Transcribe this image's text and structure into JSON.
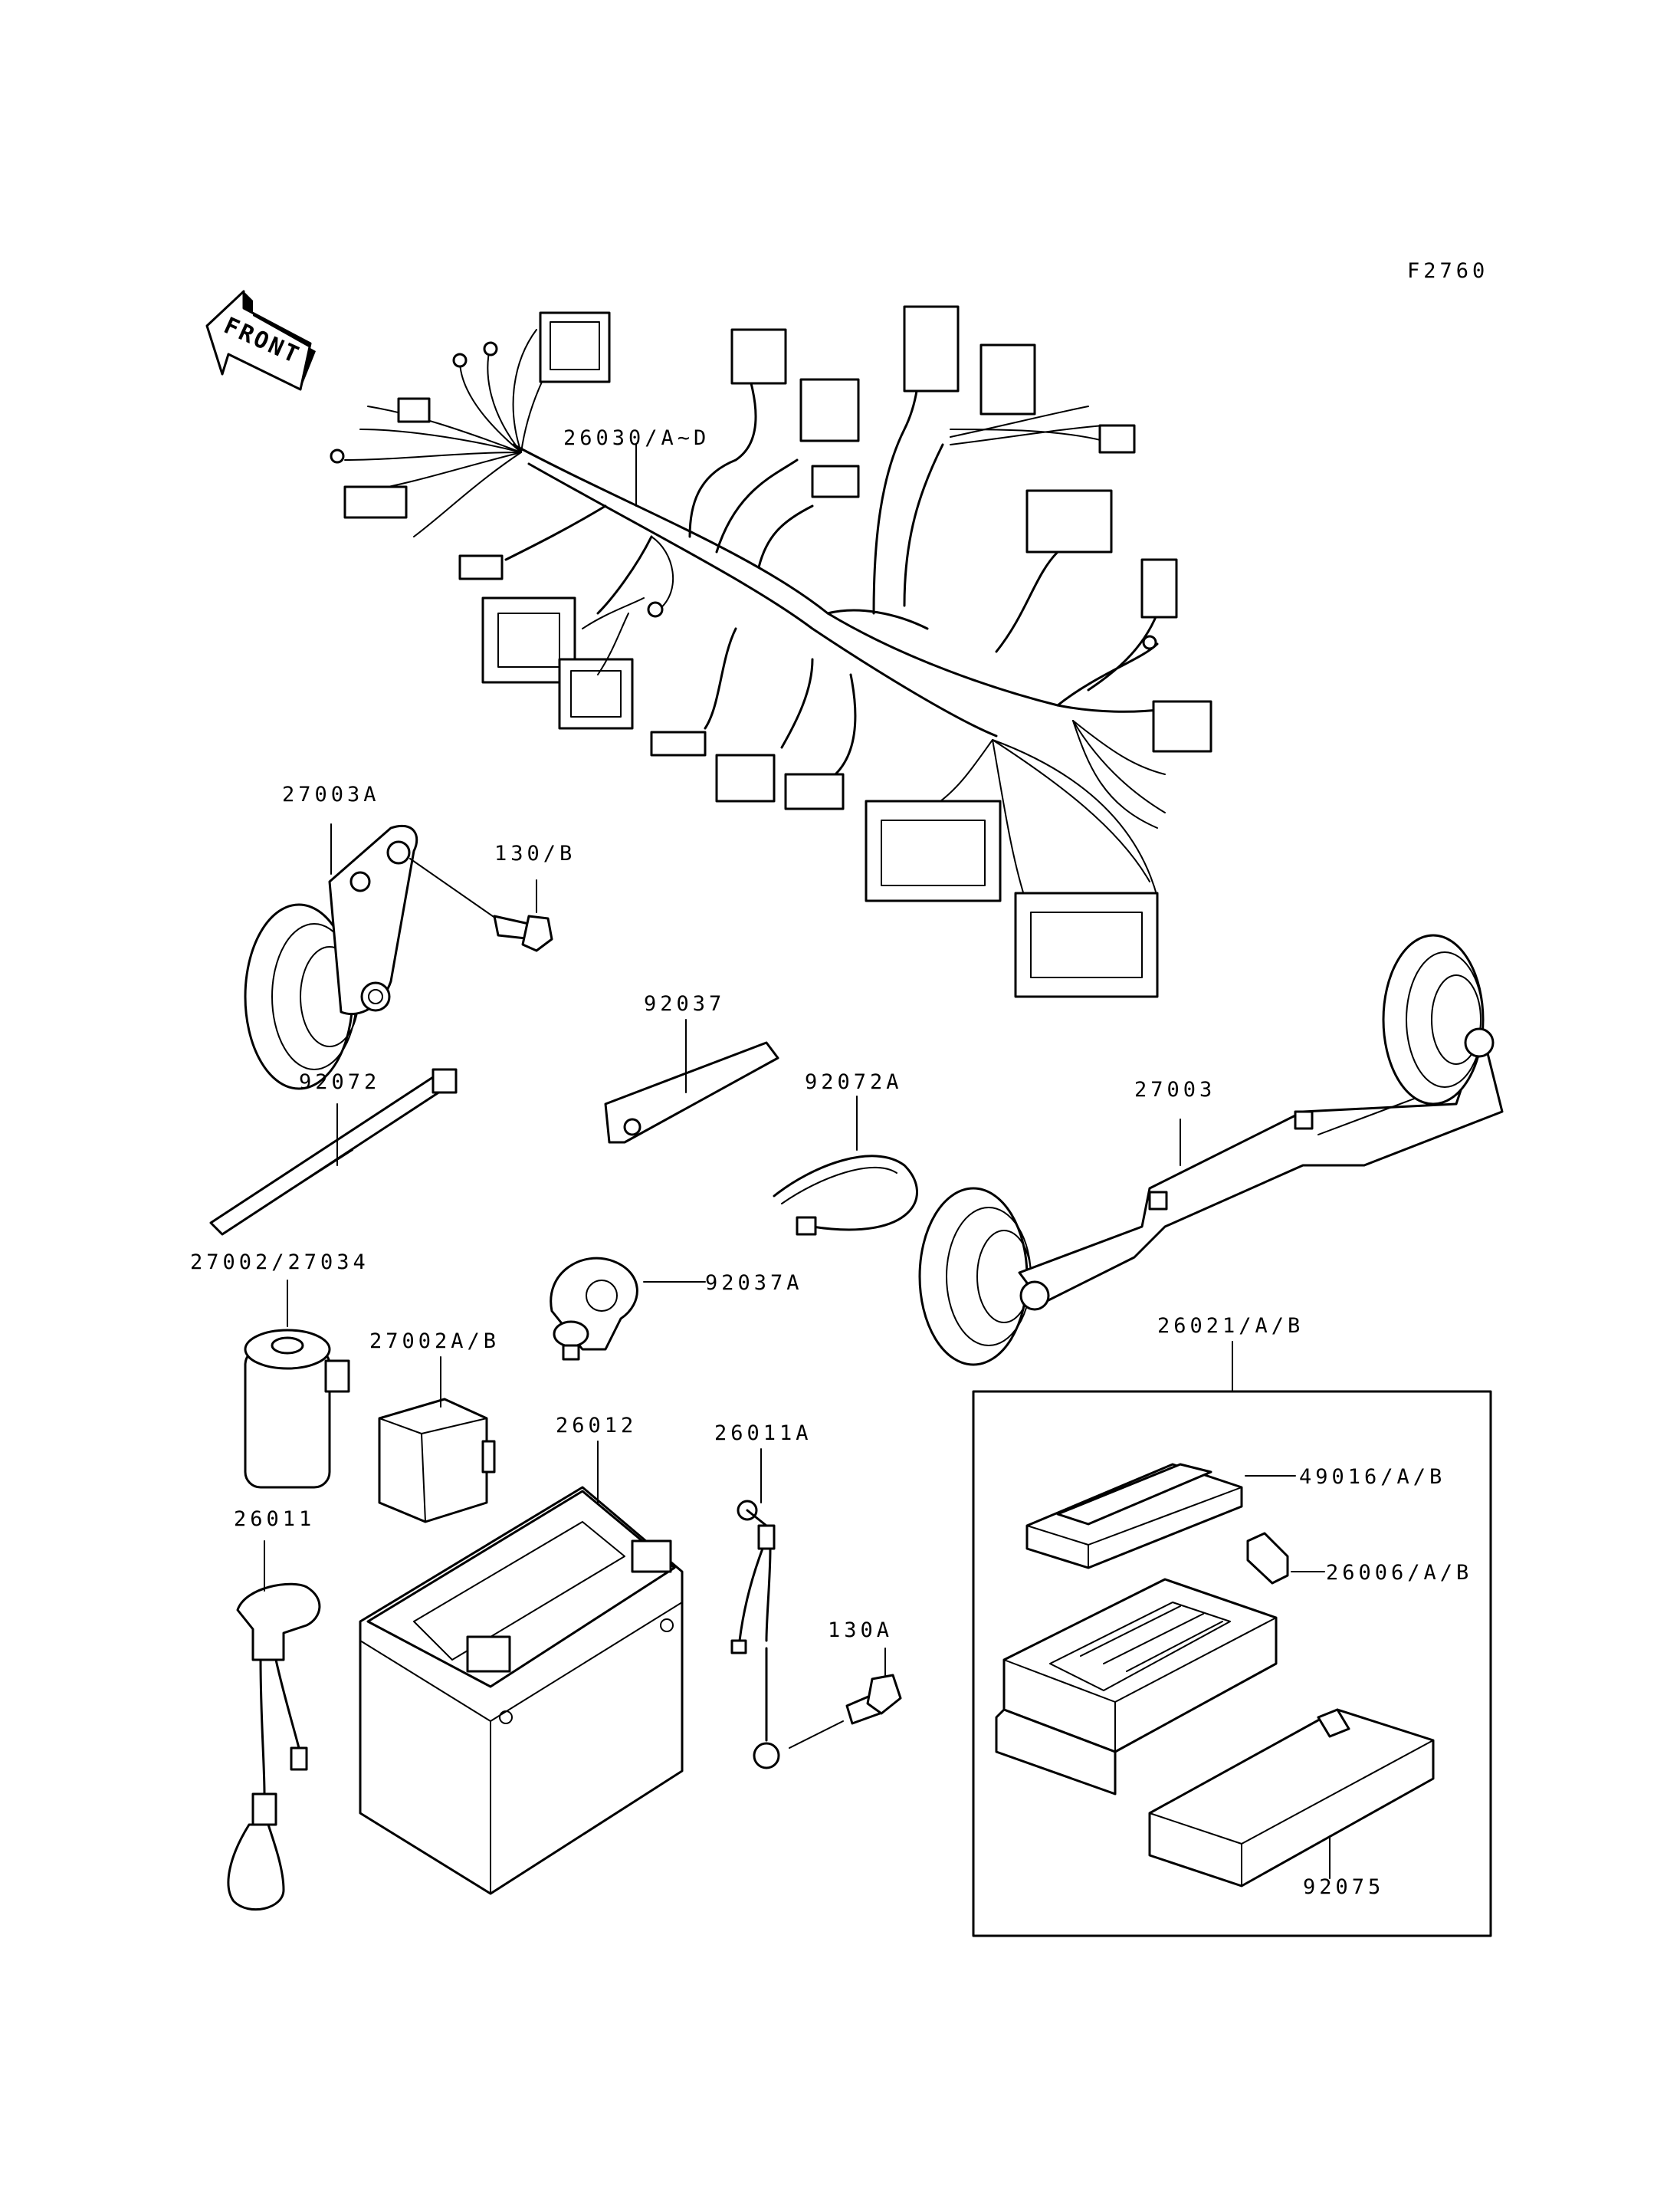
{
  "figure_code": "F2760",
  "front_label": "FRONT",
  "parts": [
    {
      "id": "harness",
      "number": "26030/A~D"
    },
    {
      "id": "horn-low",
      "number": "27003A"
    },
    {
      "id": "bolt",
      "number": "130/B"
    },
    {
      "id": "bracket",
      "number": "92037"
    },
    {
      "id": "band",
      "number": "92072"
    },
    {
      "id": "band-a",
      "number": "92072A"
    },
    {
      "id": "horn-high",
      "number": "27003"
    },
    {
      "id": "relay",
      "number": "27002/27034"
    },
    {
      "id": "clamp",
      "number": "92037A"
    },
    {
      "id": "relay-ab",
      "number": "27002A/B"
    },
    {
      "id": "battery",
      "number": "26012"
    },
    {
      "id": "lead-a",
      "number": "26011A"
    },
    {
      "id": "junction-box",
      "number": "26021/A/B"
    },
    {
      "id": "lead",
      "number": "26011"
    },
    {
      "id": "cover",
      "number": "49016/A/B"
    },
    {
      "id": "fuse",
      "number": "26006/A/B"
    },
    {
      "id": "bolt-a",
      "number": "130A"
    },
    {
      "id": "cover-lower",
      "number": "92075"
    }
  ]
}
